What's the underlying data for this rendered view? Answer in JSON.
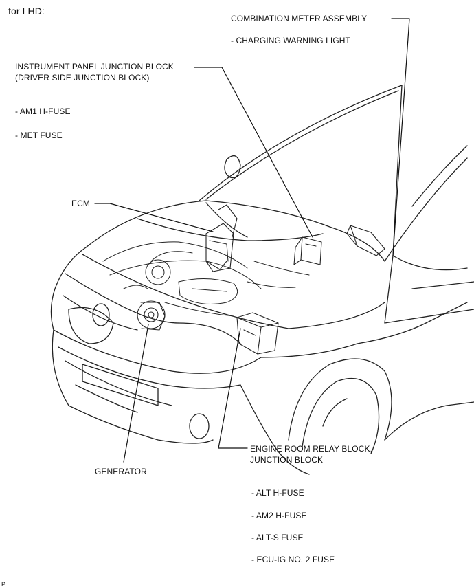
{
  "header": "for LHD:",
  "labels": {
    "meter_title": "COMBINATION METER ASSEMBLY",
    "meter_item1": "- CHARGING WARNING LIGHT",
    "ipjb_title_1": "INSTRUMENT PANEL JUNCTION BLOCK",
    "ipjb_title_2": "(DRIVER SIDE JUNCTION BLOCK)",
    "ipjb_item1": "- AM1 H-FUSE",
    "ipjb_item2": "- MET FUSE",
    "ecm": "ECM",
    "generator": "GENERATOR",
    "er_title_1": "ENGINE ROOM RELAY BLOCK,",
    "er_title_2": "JUNCTION BLOCK",
    "er_item1": "- ALT H-FUSE",
    "er_item2": "- AM2 H-FUSE",
    "er_item3": "- ALT-S FUSE",
    "er_item4": "- ECU-IG NO. 2 FUSE"
  },
  "reference_mark": "P"
}
